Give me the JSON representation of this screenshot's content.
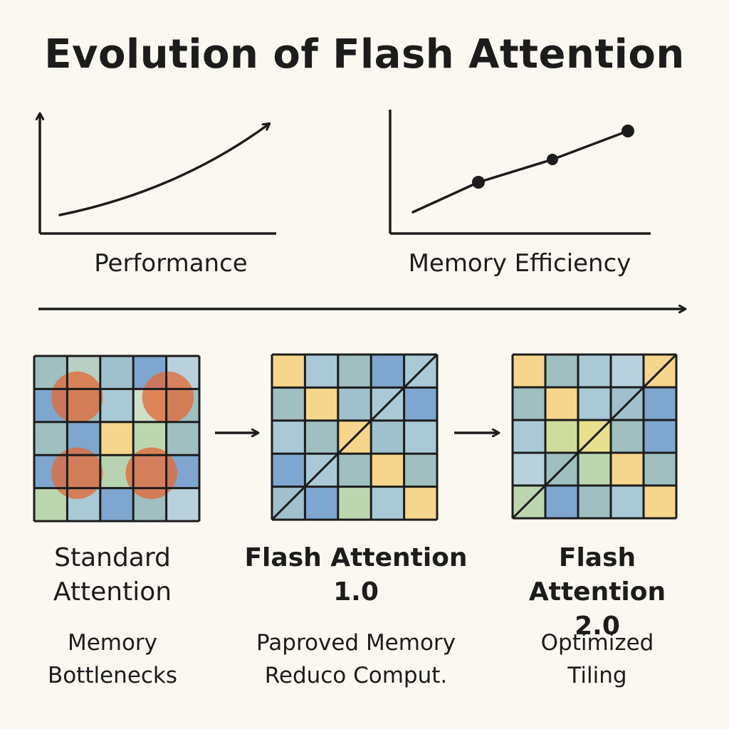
{
  "title": "Evolution of Flash Attention",
  "charts": [
    {
      "caption": "Performance"
    },
    {
      "caption": "Memory Efficiency"
    }
  ],
  "panels": [
    {
      "title": "Standard\nAttention",
      "description": "Memory\nBottlenecks",
      "grid": [
        [
          "#9fbfc0",
          "#b9cfc6",
          "#9fc0cc",
          "#7ea6cf",
          "#b9d0dd"
        ],
        [
          "#7ea6cf",
          "#9fbfc0",
          "#a9c9d6",
          "#cfe0c7",
          "#9fbfc0"
        ],
        [
          "#9fbfc0",
          "#7ea6cf",
          "#f6d58c",
          "#bcd7b0",
          "#9fbfc0"
        ],
        [
          "#7ea6cf",
          "#9fc0cc",
          "#b7d3b1",
          "#a9c9d6",
          "#7ea6cf"
        ],
        [
          "#bcd7b0",
          "#a9c9d6",
          "#7ea6cf",
          "#9fbfc0",
          "#b9d0dd"
        ]
      ],
      "hotspots": 4
    },
    {
      "title": "Flash Attention\n1.0",
      "description": "Paproved Memory\nReduco Comput.",
      "grid": [
        [
          "#f6d58c",
          "#a9c9d6",
          "#9fbfc0",
          "#7ea6cf",
          "#a9c9d6"
        ],
        [
          "#9fbfc0",
          "#f6d58c",
          "#9fc0cc",
          "#a9c9d6",
          "#7ea6cf"
        ],
        [
          "#a9c9d6",
          "#9fbfc0",
          "#f6d58c",
          "#9fc0cc",
          "#a9c9d6"
        ],
        [
          "#7ea6cf",
          "#a9c9d6",
          "#9fbfc0",
          "#f6d58c",
          "#9fbfc0"
        ],
        [
          "#9fc0cc",
          "#7ea6cf",
          "#bcd7b0",
          "#a9c9d6",
          "#f6d58c"
        ]
      ],
      "hotspots": 0
    },
    {
      "title": "Flash Attention\n2.0",
      "description": "Optimized\nTiling",
      "grid": [
        [
          "#f6d58c",
          "#9fbfc0",
          "#a9c9d6",
          "#b9d0dd",
          "#f6d58c"
        ],
        [
          "#9fbfc0",
          "#f6d58c",
          "#a9c9d6",
          "#9fc0cc",
          "#7ea6cf"
        ],
        [
          "#a9c9d6",
          "#cfdb9c",
          "#e9e08e",
          "#9fbfc0",
          "#7ea6cf"
        ],
        [
          "#b9d0dd",
          "#9fbfc0",
          "#bcd7b0",
          "#f6d58c",
          "#9fbfc0"
        ],
        [
          "#bcd7b0",
          "#7ea6cf",
          "#9fbfc0",
          "#a9c9d6",
          "#f6d58c"
        ]
      ],
      "hotspots": 0
    }
  ],
  "colors": {
    "ink": "#1c1c1c",
    "hotspot": "#e06a3a",
    "background": "#fbf8f1"
  }
}
